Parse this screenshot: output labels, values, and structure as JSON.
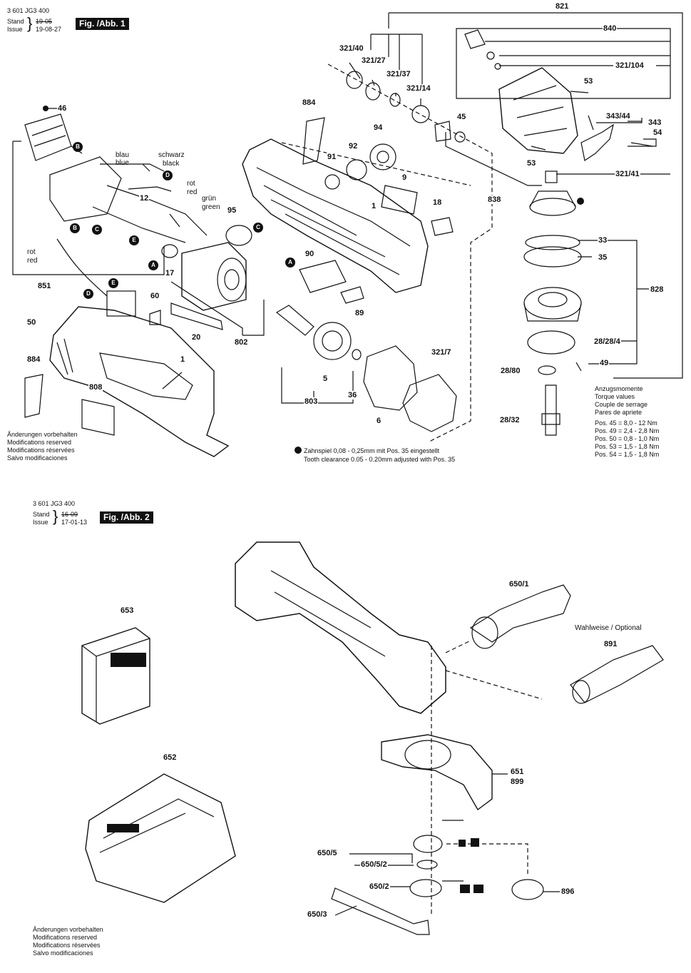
{
  "figure1": {
    "doc_number": "3 601 JG3 400",
    "stand_label": "Stand",
    "issue_label": "Issue",
    "stand_old": "19-05",
    "issue_date": "19-08-27",
    "title": "Fig. /Abb. 1"
  },
  "figure2": {
    "doc_number": "3 601 JG3 400",
    "stand_label": "Stand",
    "issue_label": "Issue",
    "stand_old": "16-09",
    "issue_date": "17-01-13",
    "title": "Fig. /Abb. 2"
  },
  "wires": {
    "blau": "blau",
    "blue": "blue",
    "schwarz": "schwarz",
    "black": "black",
    "rot_top": "rot",
    "red_top": "red",
    "gruen": "grün",
    "green": "green",
    "rot_left": "rot",
    "red_left": "red"
  },
  "balloons": [
    "A",
    "B",
    "C",
    "D",
    "E"
  ],
  "parts_fig1": [
    "46",
    "821",
    "840",
    "321/104",
    "321/40",
    "321/27",
    "321/37",
    "321/14",
    "884",
    "45",
    "53",
    "343/44",
    "343",
    "54",
    "94",
    "92",
    "91",
    "12",
    "9",
    "838",
    "321/41",
    "95",
    "1",
    "18",
    "33",
    "35",
    "90",
    "17",
    "851",
    "60",
    "89",
    "828",
    "50",
    "20",
    "802",
    "28/28/4",
    "321/7",
    "884",
    "1",
    "28/80",
    "49",
    "808",
    "5",
    "36",
    "803",
    "28/32",
    "6",
    "53"
  ],
  "parts_fig2": [
    "653",
    "650/1",
    "891",
    "652",
    "651",
    "899",
    "650/5",
    "650/5/2",
    "650/2",
    "896",
    "650/3"
  ],
  "optional_label": "Wahlweise / Optional",
  "modifications_fig1": [
    "Änderungen vorbehalten",
    "Modifications reserved",
    "Modifications réservées",
    "Salvo modificaciones"
  ],
  "modifications_fig2": [
    "Änderungen vorbehalten",
    "Modifications reserved",
    "Modifications réservées",
    "Salvo modificaciones"
  ],
  "tooth_note": {
    "de": "Zahnspiel 0,08 - 0,25mm mit Pos. 35 eingestellt",
    "en": "Tooth clearance 0.05 - 0.20mm adjusted with Pos. 35"
  },
  "torque": {
    "titles": [
      "Anzugsmomente",
      "Torque values",
      "Couple de serrage",
      "Pares de apriete"
    ],
    "rows": [
      "Pos.   45 = 8,0 - 12  Nm",
      "Pos.   49 = 2,4 - 2,8 Nm",
      "Pos.   50 = 0,8 - 1,0 Nm",
      "Pos.   53 = 1,5 - 1,8 Nm",
      "Pos.   54 = 1,5 - 1,8 Nm"
    ]
  }
}
